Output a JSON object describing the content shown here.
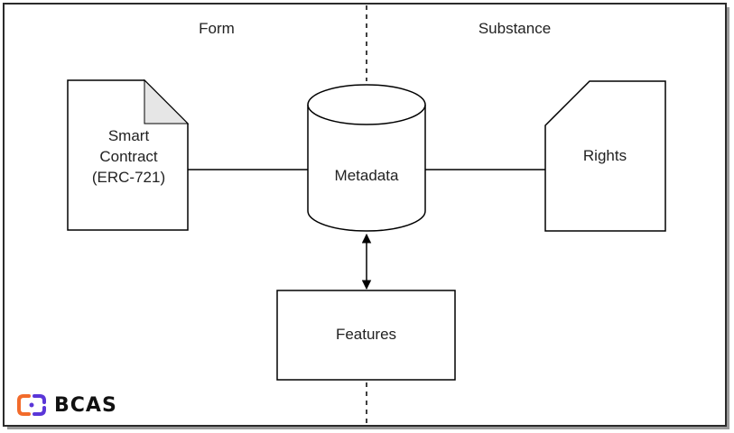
{
  "labels": {
    "form": "Form",
    "substance": "Substance"
  },
  "nodes": {
    "smart_contract": [
      "Smart",
      "Contract",
      "(ERC-721)"
    ],
    "metadata": "Metadata",
    "rights": "Rights",
    "features": "Features"
  },
  "logo": {
    "text": "BCAS",
    "colors": {
      "orange": "#f26b2b",
      "purple": "#5a36d8"
    }
  }
}
